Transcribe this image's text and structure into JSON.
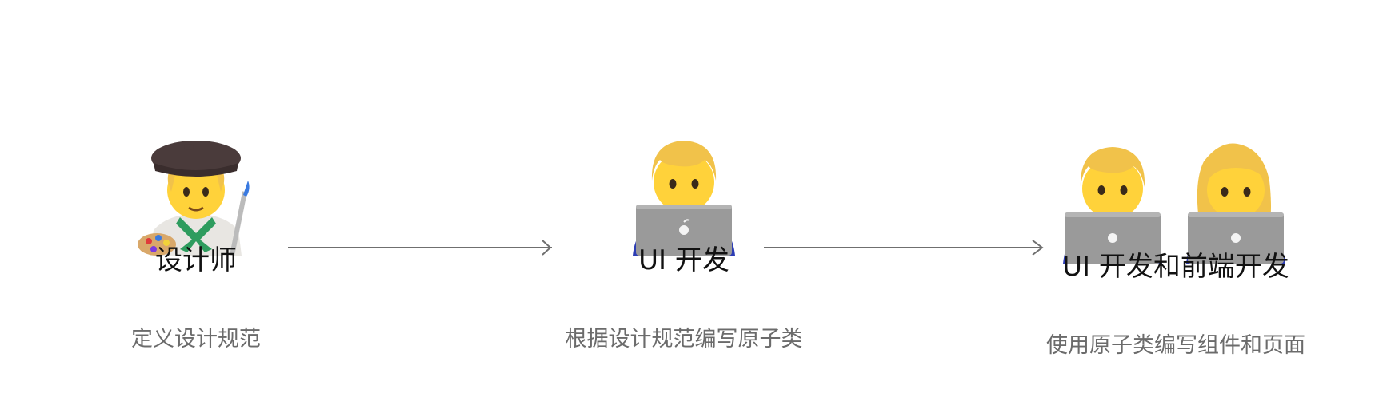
{
  "stages": [
    {
      "title": "设计师",
      "description": "定义设计规范",
      "icon": "artist-emoji-icon"
    },
    {
      "title": "UI 开发",
      "description": "根据设计规范编写原子类",
      "icon": "technologist-emoji-icon"
    },
    {
      "title": "UI 开发和前端开发",
      "description": "使用原子类编写组件和页面",
      "icon": "technologist-pair-emoji-icon"
    }
  ],
  "colors": {
    "skin": "#FFD23A",
    "hair_blond": "#F1C24A",
    "beret": "#4A3B3B",
    "laptop": "#9A9A9A",
    "shirt": "#2C3CB4",
    "arrow": "#6F6F6F",
    "title_text": "#111111",
    "desc_text": "#6B6B6B"
  }
}
